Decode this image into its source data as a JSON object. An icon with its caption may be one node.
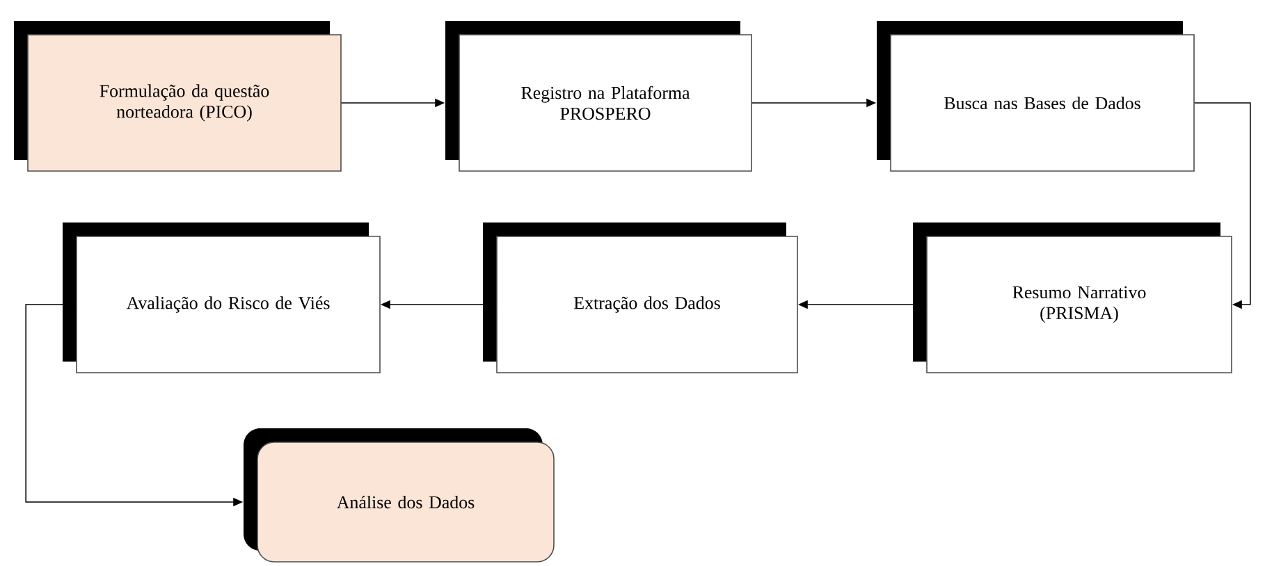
{
  "diagram": {
    "nodes": [
      {
        "text": [
          "Formulação da questão norteadora (PICO)"
        ]
      },
      {
        "text": [
          "Registro na Plataforma PROSPERO"
        ]
      },
      {
        "text": [
          "Busca nas Bases de Dados"
        ]
      },
      {
        "text": [
          "Avaliação do Risco de Viés"
        ]
      },
      {
        "text": [
          "Extração dos Dados"
        ]
      },
      {
        "text": [
          "Resumo Narrativo (PRISMA)"
        ]
      },
      {
        "text": [
          "Análise dos Dados"
        ]
      }
    ],
    "edges": [
      {
        "from": 0,
        "to": 1,
        "arrow": "to"
      },
      {
        "from": 1,
        "to": 2,
        "arrow": "to"
      },
      {
        "from": 2,
        "to": 5,
        "arrow": "to"
      },
      {
        "from": 5,
        "to": 4,
        "arrow": "to"
      },
      {
        "from": 4,
        "to": 3,
        "arrow": "to"
      },
      {
        "from": 3,
        "to": 6,
        "arrow": "to"
      }
    ]
  }
}
